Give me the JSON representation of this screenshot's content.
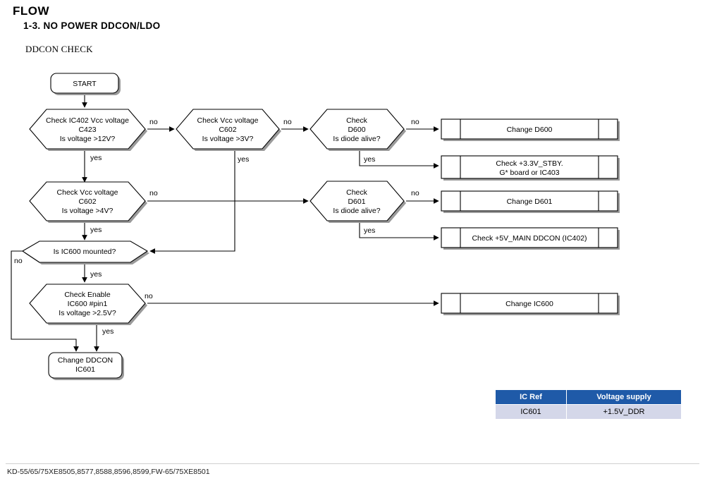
{
  "header": {
    "title": "FLOW",
    "subtitle": "1-3. NO POWER DDCON/LDO",
    "section": "DDCON CHECK"
  },
  "flow": {
    "start": {
      "label": "START"
    },
    "decisions": [
      {
        "id": "d1",
        "line1": "Check IC402 Vcc voltage",
        "line2": "C423",
        "line3": "Is voltage >12V?",
        "yes": "yes",
        "no": "no"
      },
      {
        "id": "d2",
        "line1": "Check Vcc voltage",
        "line2": "C602",
        "line3": "Is voltage >3V?",
        "yes": "yes",
        "no": "no"
      },
      {
        "id": "d3",
        "line1": "Check",
        "line2": "D600",
        "line3": "Is diode alive?",
        "yes": "yes",
        "no": "no"
      },
      {
        "id": "d4",
        "line1": "Check Vcc voltage",
        "line2": "C602",
        "line3": "Is voltage >4V?",
        "yes": "yes",
        "no": "no"
      },
      {
        "id": "d5",
        "line1": "Check",
        "line2": "D601",
        "line3": "Is diode  alive?",
        "yes": "yes",
        "no": "no"
      },
      {
        "id": "d6",
        "line1": "Is IC600 mounted?",
        "line2": "",
        "line3": "",
        "yes": "yes",
        "no": "no"
      },
      {
        "id": "d7",
        "line1": "Check Enable",
        "line2": "IC600 #pin1",
        "line3": "Is voltage >2.5V?",
        "yes": "yes",
        "no": "no"
      }
    ],
    "results": [
      {
        "id": "r1",
        "line1": "Change D600",
        "line2": ""
      },
      {
        "id": "r2",
        "line1": "Check +3.3V_STBY.",
        "line2": "G* board or IC403"
      },
      {
        "id": "r3",
        "line1": "Change D601",
        "line2": ""
      },
      {
        "id": "r4",
        "line1": "Check +5V_MAIN DDCON (IC402)",
        "line2": ""
      },
      {
        "id": "r5",
        "line1": "Change IC600",
        "line2": ""
      }
    ],
    "end": {
      "line1": "Change DDCON",
      "line2": "IC601"
    }
  },
  "table": {
    "headers": [
      "IC Ref",
      "Voltage supply"
    ],
    "rows": [
      [
        "IC601",
        "+1.5V_DDR"
      ]
    ],
    "header_color": "#1F5AA8",
    "row_color": "#D4D7E9"
  },
  "footer": {
    "models": "KD-55/65/75XE8505,8577,8588,8596,8599,FW-65/75XE8501"
  }
}
